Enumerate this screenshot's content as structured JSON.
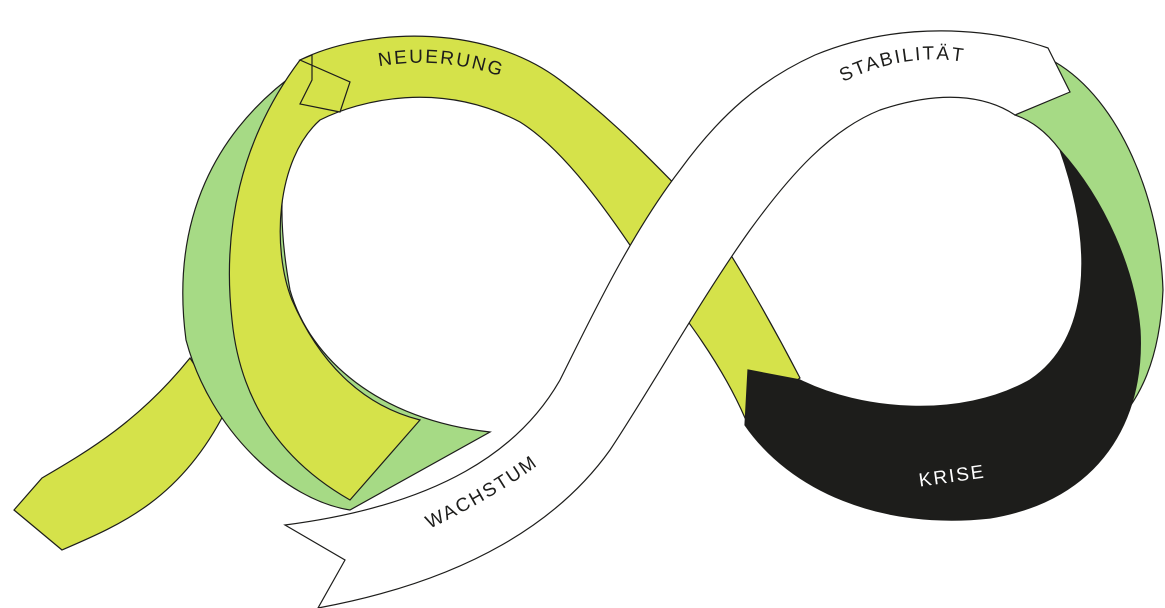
{
  "diagram": {
    "labels": {
      "innovation": "NEUERUNG",
      "stability": "STABILITÄT",
      "growth": "WACHSTUM",
      "crisis": "KRISE"
    },
    "colors": {
      "lime": "#d5e24a",
      "light_green": "#a6da85",
      "black": "#1d1d1b",
      "white": "#ffffff",
      "outline": "#1d1d1b"
    }
  }
}
